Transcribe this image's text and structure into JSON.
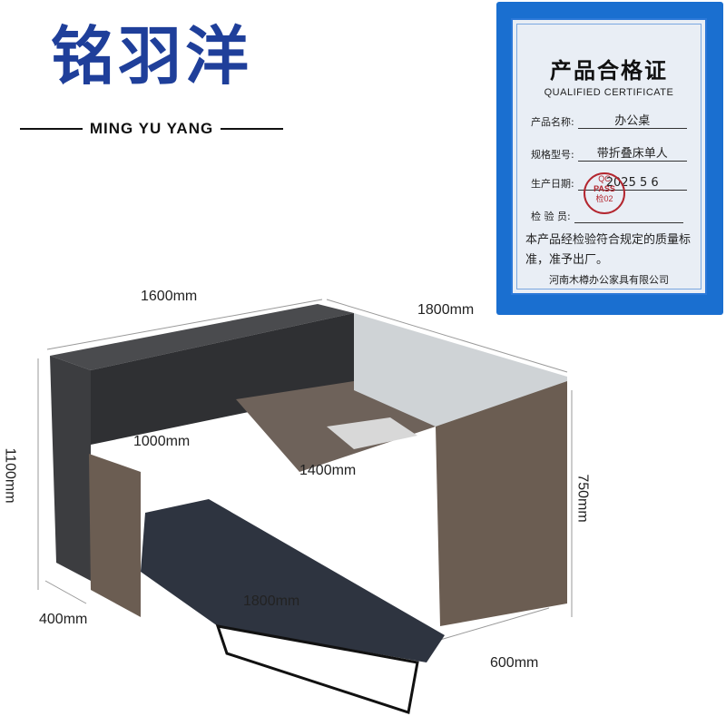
{
  "brand": {
    "name_cn": "铭羽洋",
    "name_en": "MING YU YANG"
  },
  "certificate": {
    "title": "产品合格证",
    "subtitle": "QUALIFIED CERTIFICATE",
    "fields": [
      {
        "label": "产品名称:",
        "value": "办公桌"
      },
      {
        "label": "规格型号:",
        "value": "带折叠床单人"
      },
      {
        "label": "生产日期:",
        "value": "2025  5  6"
      },
      {
        "label": "检 验 员:",
        "value": ""
      }
    ],
    "stamp": {
      "line1": "QC",
      "line2": "PASS",
      "line3": "检02"
    },
    "note": "本产品经检验符合规定的质量标准，准予出厂。",
    "company": "河南木樽办公家具有限公司",
    "colors": {
      "frame": "#1a6fd0",
      "stamp": "#b3262f"
    }
  },
  "dimensions": {
    "cabinet_length": "1600mm",
    "desk_length": "1800mm",
    "height_total": "1100mm",
    "shelf_width": "1000mm",
    "desk_width": "1400mm",
    "desk_height": "750mm",
    "cabinet_depth": "400mm",
    "bed_length": "1800mm",
    "desk_depth": "600mm"
  },
  "colors": {
    "brand": "#1f3f9a",
    "wood": "#6b5d52",
    "frame": "#3a3b3e",
    "bed": "#2e3440"
  }
}
